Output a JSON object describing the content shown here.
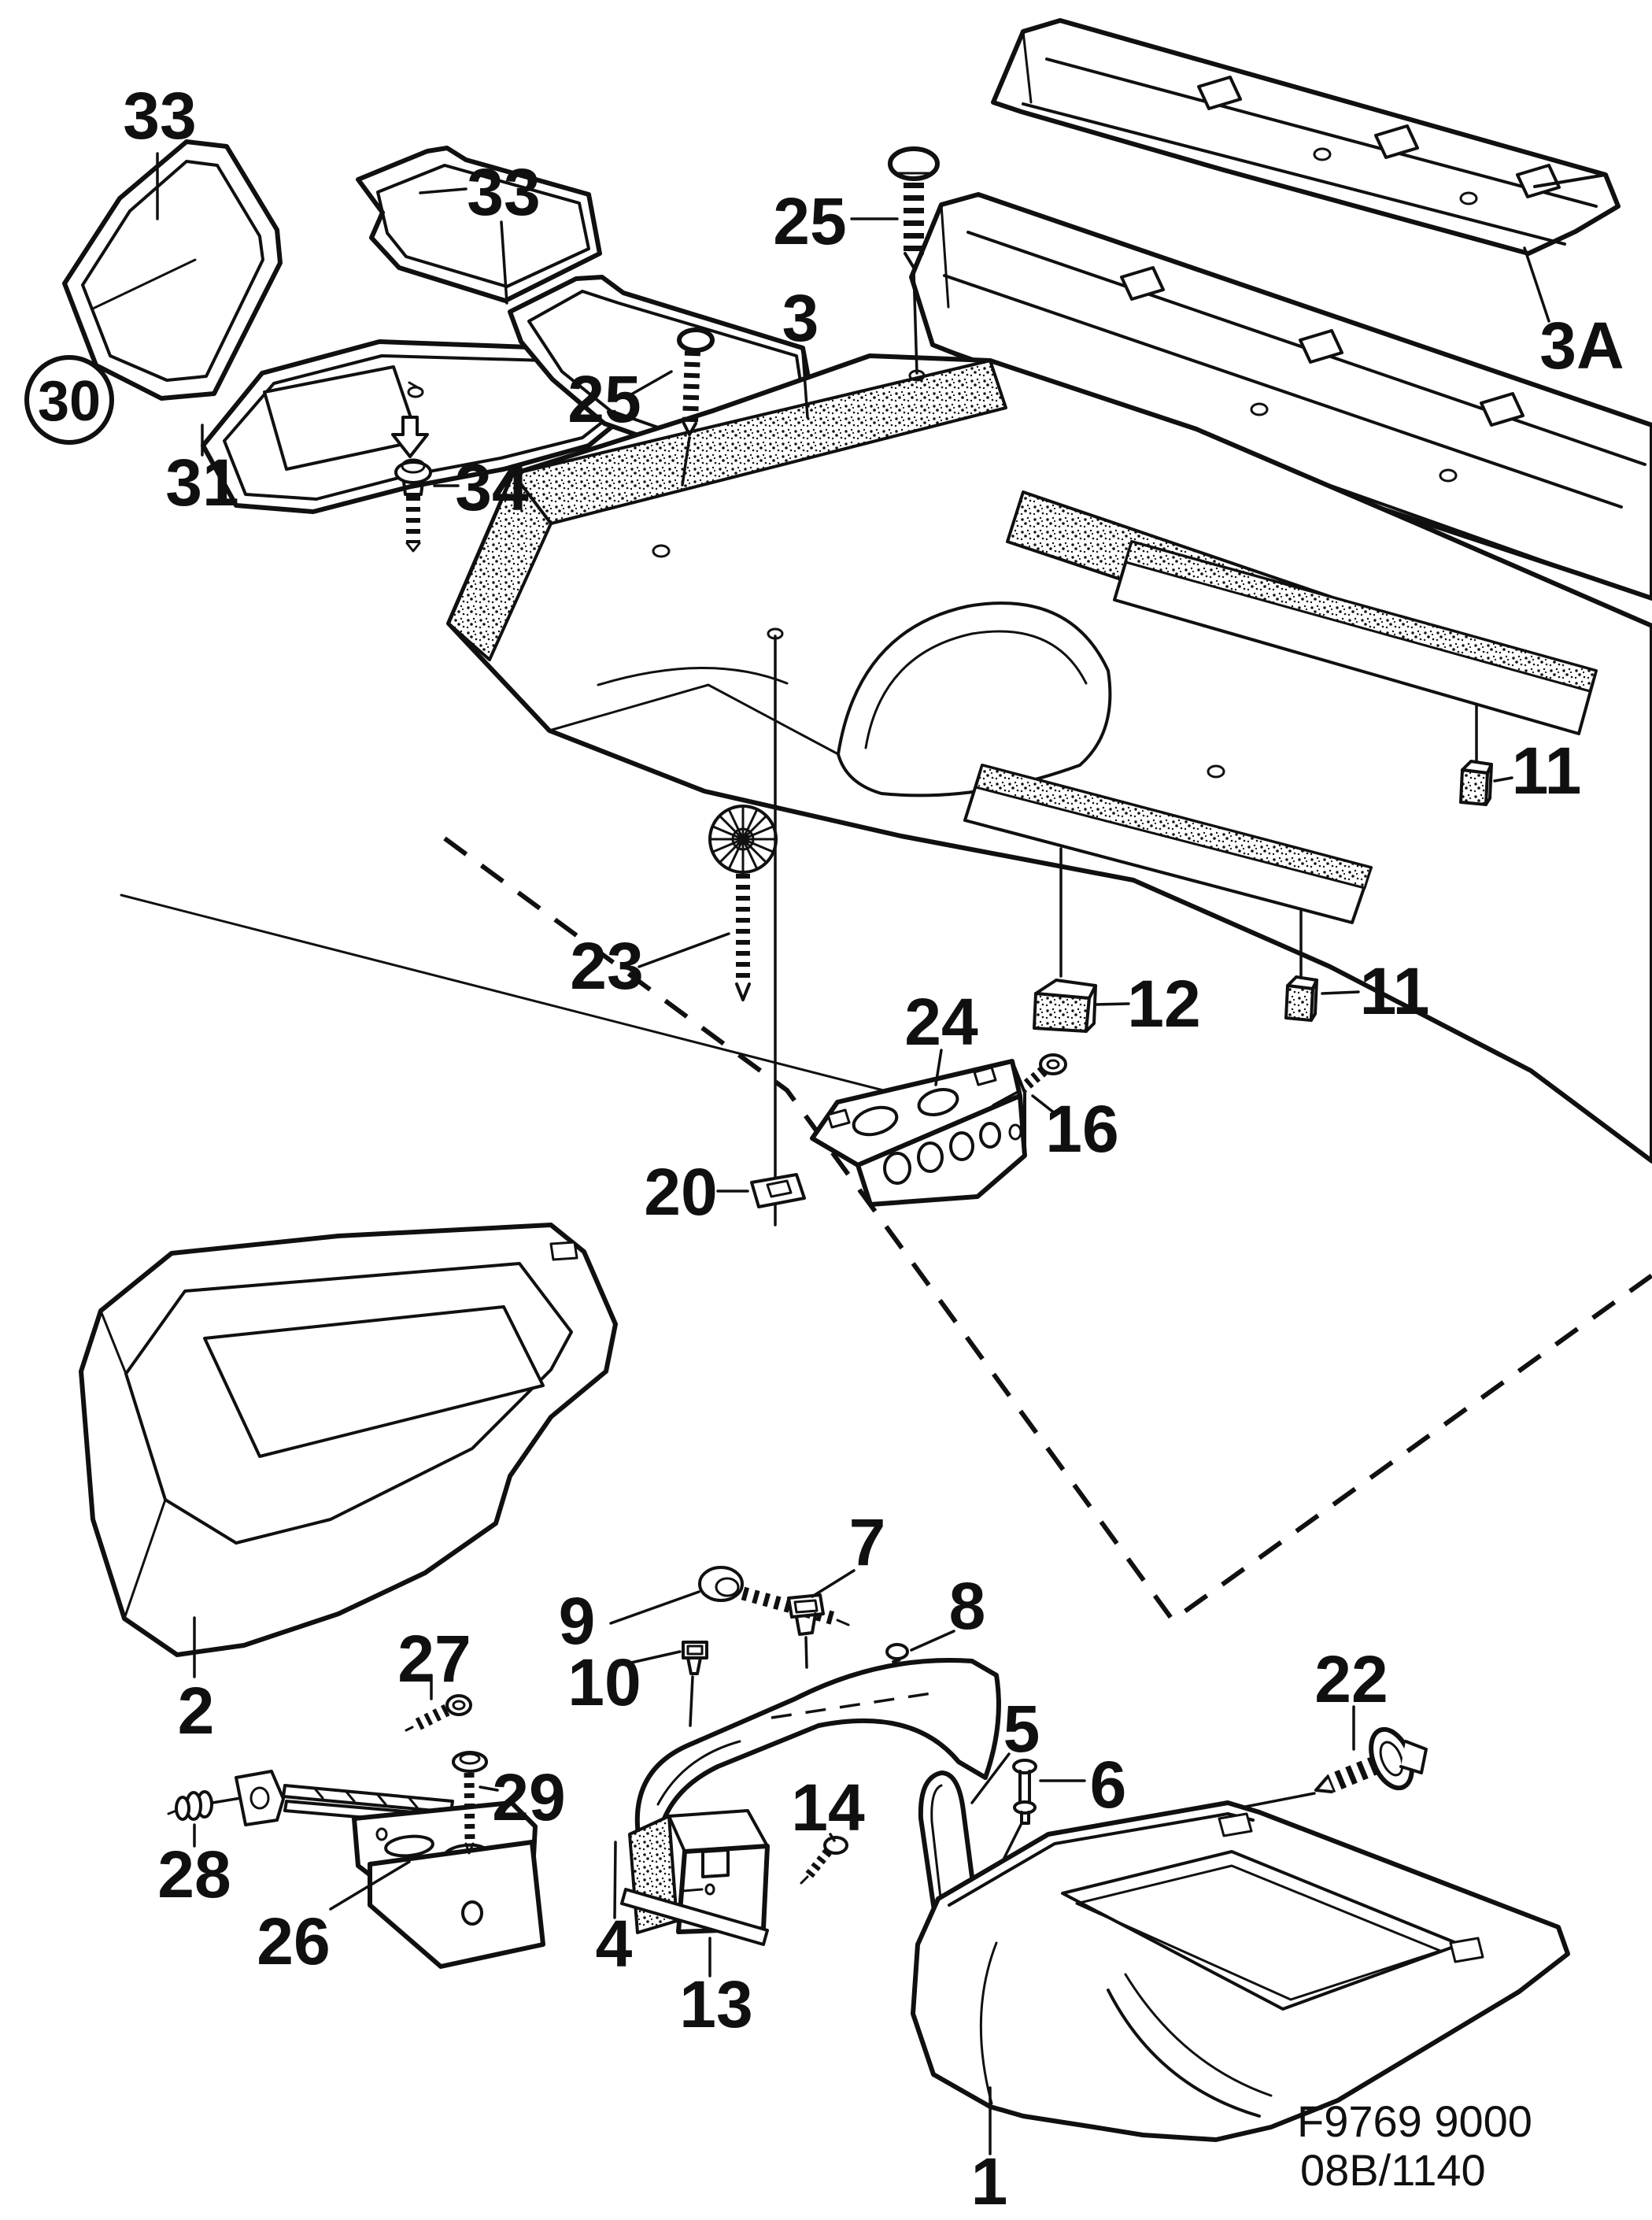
{
  "document": {
    "type": "exploded-parts-diagram",
    "drawing_code_line1": "F9769 9000",
    "drawing_code_line2": "08B/1140"
  },
  "callouts": [
    {
      "id": "mat-front-left",
      "label": "33"
    },
    {
      "id": "mat-rear-right",
      "label": "33"
    },
    {
      "id": "mat-set-group",
      "label": "30"
    },
    {
      "id": "mat-front-driver",
      "label": "31"
    },
    {
      "id": "mat-clip",
      "label": "34"
    },
    {
      "id": "rivet-upper",
      "label": "25"
    },
    {
      "id": "floor-carpet",
      "label": "3"
    },
    {
      "id": "shelf-panel",
      "label": "3A"
    },
    {
      "id": "rivet-left",
      "label": "25"
    },
    {
      "id": "expander-pin",
      "label": "23"
    },
    {
      "id": "support-bracket",
      "label": "24"
    },
    {
      "id": "foam-block-large",
      "label": "12"
    },
    {
      "id": "foam-block-right",
      "label": "11"
    },
    {
      "id": "foam-block-mid",
      "label": "11"
    },
    {
      "id": "screw-bracket",
      "label": "16"
    },
    {
      "id": "clip-plate",
      "label": "20"
    },
    {
      "id": "side-panel-left",
      "label": "2"
    },
    {
      "id": "screw-panel",
      "label": "27"
    },
    {
      "id": "grommet",
      "label": "28"
    },
    {
      "id": "bracket-left",
      "label": "26"
    },
    {
      "id": "screw-bracket-left",
      "label": "29"
    },
    {
      "id": "screw-washer",
      "label": "9"
    },
    {
      "id": "clip-sill-front",
      "label": "10"
    },
    {
      "id": "clip-sill-top",
      "label": "7"
    },
    {
      "id": "screw-sill",
      "label": "8"
    },
    {
      "id": "hook-bracket",
      "label": "5"
    },
    {
      "id": "stud",
      "label": "6"
    },
    {
      "id": "screw-small",
      "label": "14"
    },
    {
      "id": "bracket-box",
      "label": "13"
    },
    {
      "id": "sill-trim",
      "label": "4"
    },
    {
      "id": "spring-screw",
      "label": "22"
    },
    {
      "id": "side-panel-right",
      "label": "1"
    }
  ]
}
